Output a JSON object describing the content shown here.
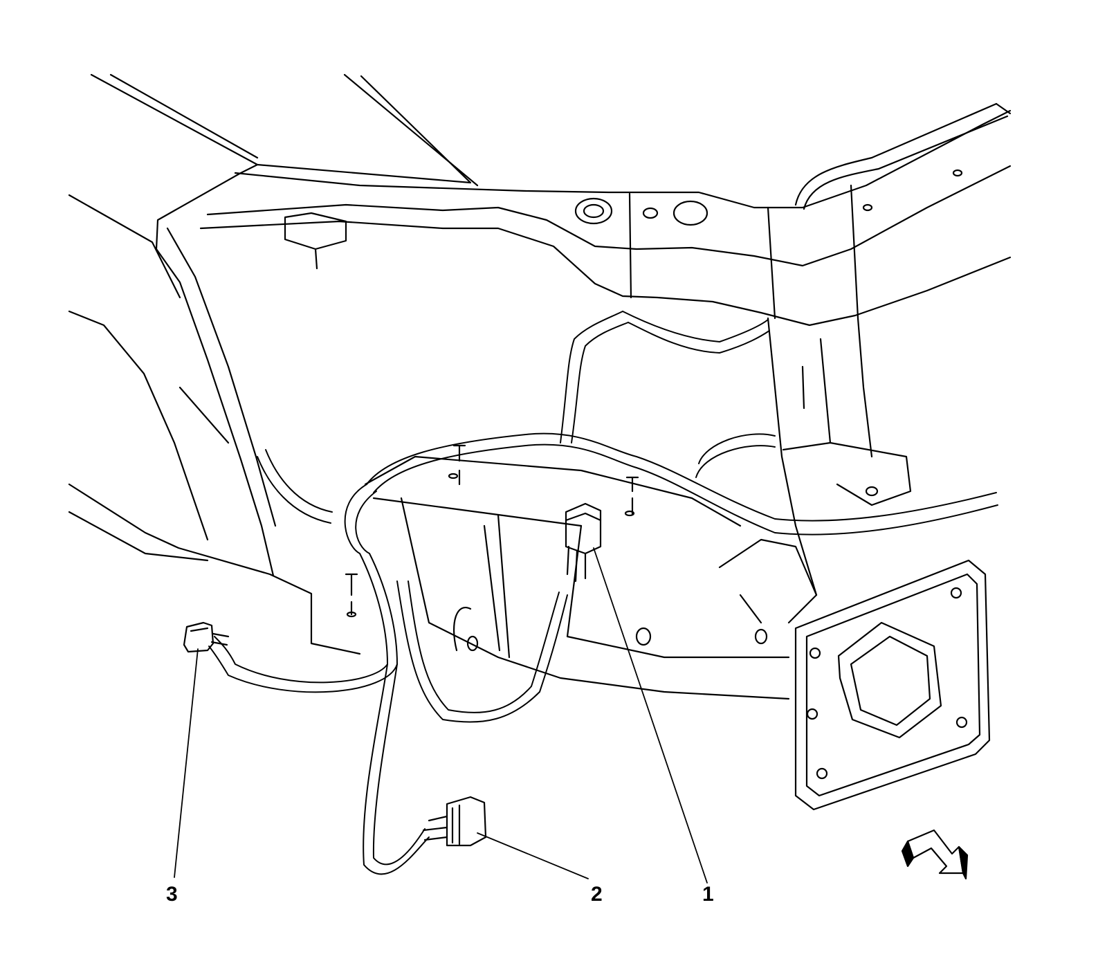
{
  "figure": {
    "colors": {
      "stroke": "#000000",
      "background": "#ffffff"
    },
    "callouts": [
      {
        "id": "1",
        "label": "1"
      },
      {
        "id": "2",
        "label": "2"
      },
      {
        "id": "3",
        "label": "3"
      }
    ],
    "icons": [
      "view-direction-arrow-icon"
    ]
  }
}
